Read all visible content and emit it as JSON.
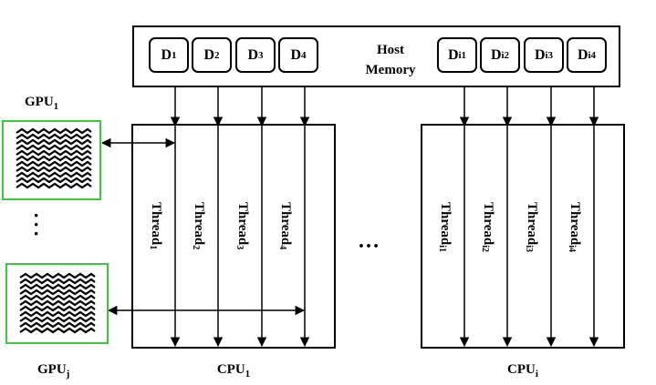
{
  "host": {
    "label_line1": "Host",
    "label_line2": "Memory",
    "blocks_group1": [
      {
        "main": "D",
        "sub": "1"
      },
      {
        "main": "D",
        "sub": "2"
      },
      {
        "main": "D",
        "sub": "3"
      },
      {
        "main": "D",
        "sub": "4"
      }
    ],
    "blocks_group2": [
      {
        "main": "D",
        "sub": "i1"
      },
      {
        "main": "D",
        "sub": "i2"
      },
      {
        "main": "D",
        "sub": "i3"
      },
      {
        "main": "D",
        "sub": "i4"
      }
    ]
  },
  "cpu1": {
    "title_main": "CPU",
    "title_sub": "1",
    "threads": [
      {
        "main": "Thread",
        "sub": "1"
      },
      {
        "main": "Thread",
        "sub": "2"
      },
      {
        "main": "Thread",
        "sub": "3"
      },
      {
        "main": "Thread",
        "sub": "4"
      }
    ]
  },
  "cpui": {
    "title_main": "CPU",
    "title_sub": "i",
    "threads": [
      {
        "main": "Thread",
        "sub": "i1"
      },
      {
        "main": "Thread",
        "sub": "i2"
      },
      {
        "main": "Thread",
        "sub": "i3"
      },
      {
        "main": "Thread",
        "sub": "i4"
      }
    ]
  },
  "gpus": {
    "gpu1_main": "GPU",
    "gpu1_sub": "1",
    "gpuj_main": "GPU",
    "gpuj_sub": "j",
    "vertical_ellipsis": "⋮"
  },
  "between_cpus_ellipsis": "…",
  "colors": {
    "gpu_border": "#3cc83c",
    "line": "#000000"
  }
}
